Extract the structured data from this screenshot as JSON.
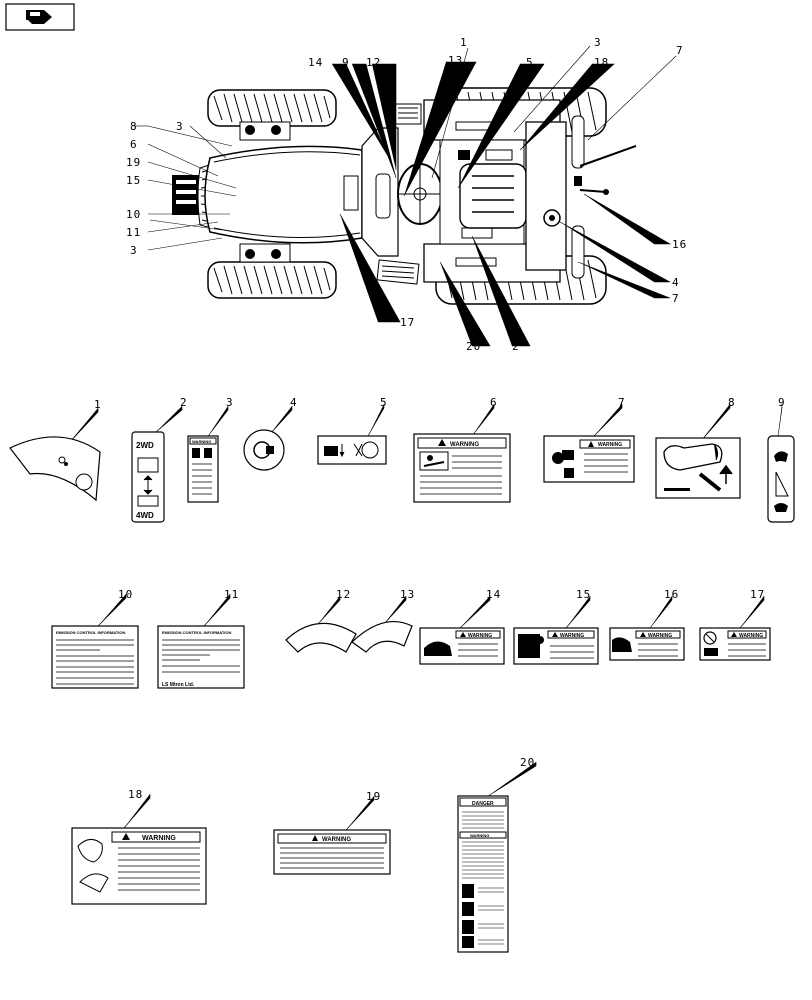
{
  "nav_icon": "flip-page-icon",
  "callouts": {
    "n1": "1",
    "n2": "2",
    "n3": "3",
    "n4": "4",
    "n5": "5",
    "n6": "6",
    "n7": "7",
    "n8": "8",
    "n9": "9",
    "n10": "10",
    "n11": "11",
    "n12": "12",
    "n13": "13",
    "n14": "14",
    "n15": "15",
    "n16": "16",
    "n17": "17",
    "n18": "18",
    "n19": "19",
    "n20": "20"
  },
  "labels": {
    "warning": "WARNING",
    "danger": "DANGER",
    "two_wd": "2WD",
    "four_wd": "4WD",
    "emission_title": "EMISSION CONTROL INFORMATION",
    "maker": "LS Mtron Ltd."
  }
}
